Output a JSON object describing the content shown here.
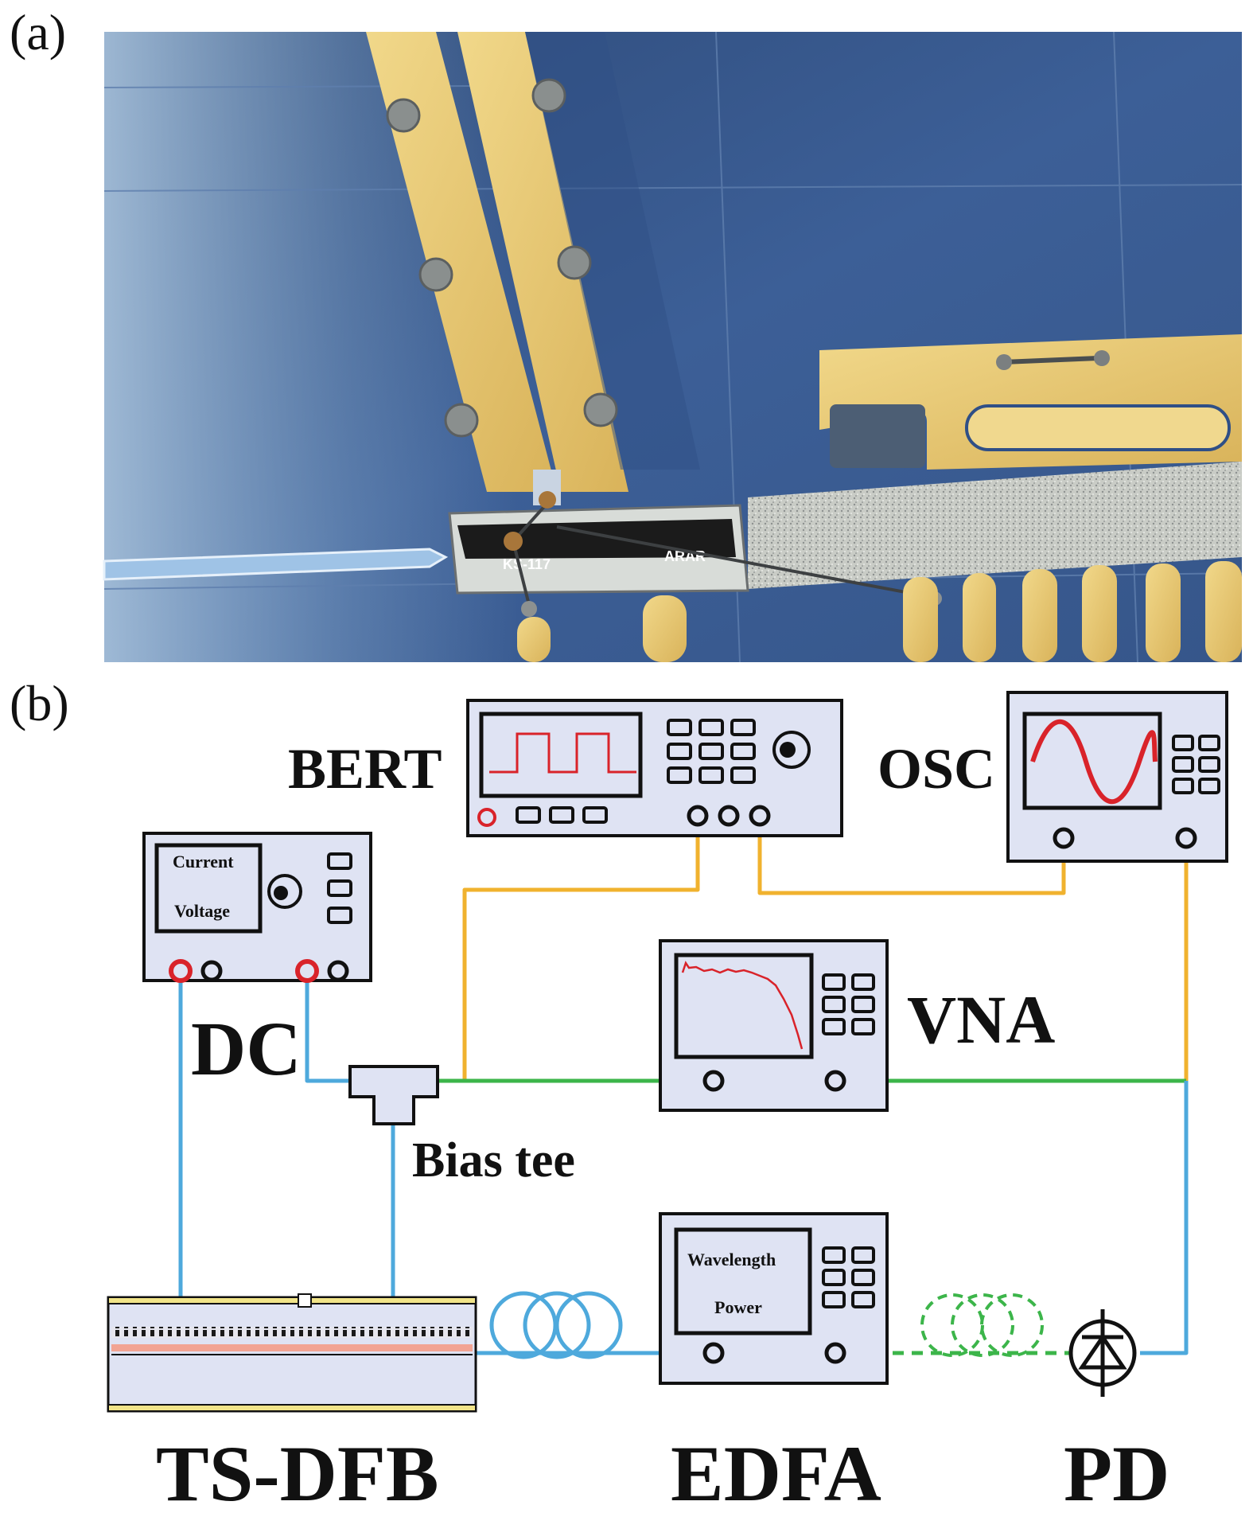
{
  "panels": {
    "a": {
      "label": "(a)"
    },
    "b": {
      "label": "(b)"
    }
  },
  "micrograph": {
    "chip_marking_left": "KS-117",
    "chip_marking_right": "ARAR"
  },
  "instruments": {
    "bert": {
      "label": "BERT"
    },
    "osc": {
      "label": "OSC"
    },
    "dc": {
      "label": "DC",
      "display_line1": "Current",
      "display_line2": "Voltage"
    },
    "vna": {
      "label": "VNA"
    },
    "bias_tee": {
      "label": "Bias tee"
    },
    "edfa": {
      "label": "EDFA",
      "display_line1": "Wavelength",
      "display_line2": "Power"
    },
    "laser": {
      "label": "TS-DFB"
    },
    "pd": {
      "label": "PD"
    }
  },
  "colors": {
    "rf_cable": "#f0b22e",
    "dc_cable": "#4ea9dc",
    "fiber_link": "#3cb54a",
    "instrument_fill": "#dfe3f3",
    "trace_red": "#d9232a",
    "gold_pad": "#e8c868",
    "substrate": "#3a5e97"
  }
}
